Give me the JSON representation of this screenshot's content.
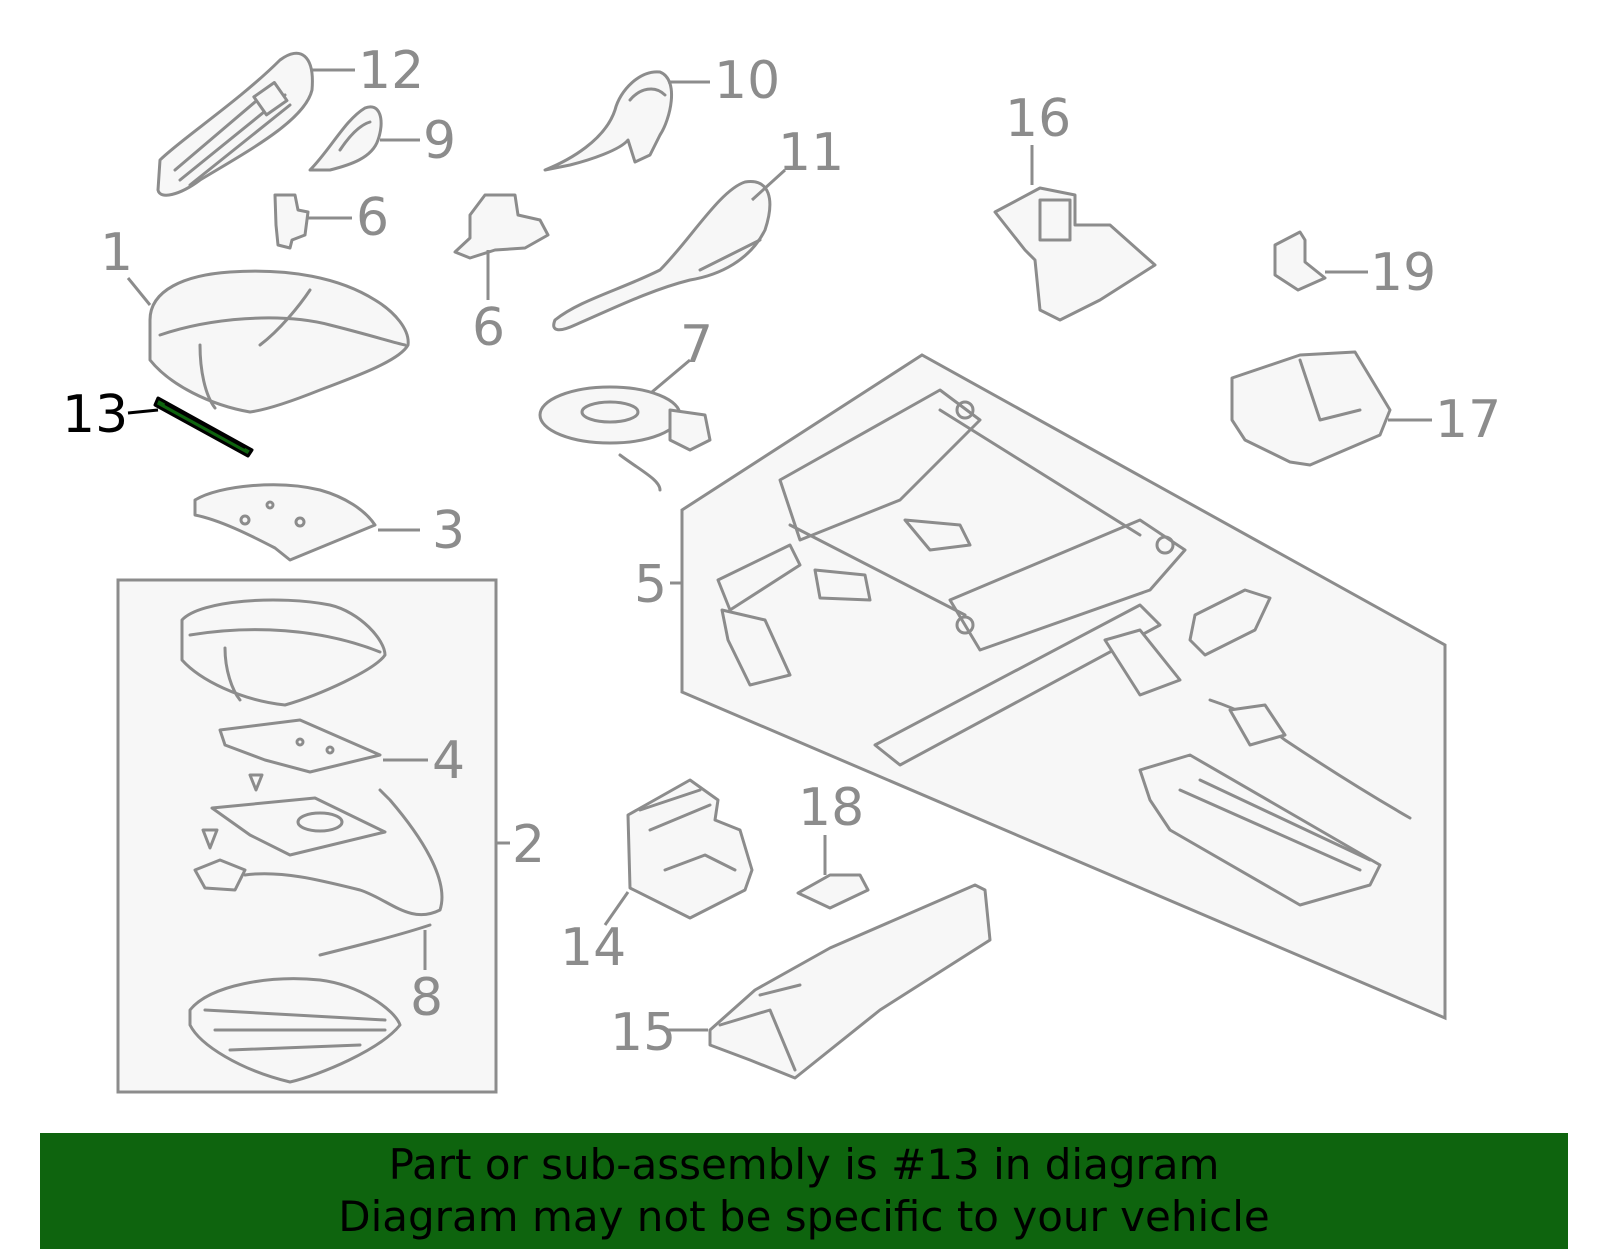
{
  "highlight_color": "#0e640e",
  "callouts": {
    "c1": "1",
    "c2": "2",
    "c3": "3",
    "c4": "4",
    "c5": "5",
    "c6a": "6",
    "c6b": "6",
    "c7": "7",
    "c8": "8",
    "c9": "9",
    "c10": "10",
    "c11": "11",
    "c12": "12",
    "c13": "13",
    "c14": "14",
    "c15": "15",
    "c16": "16",
    "c17": "17",
    "c18": "18",
    "c19": "19"
  },
  "banner": {
    "line1": "Part or sub-assembly is #13 in diagram",
    "line2": "Diagram may not be specific to your vehicle"
  }
}
